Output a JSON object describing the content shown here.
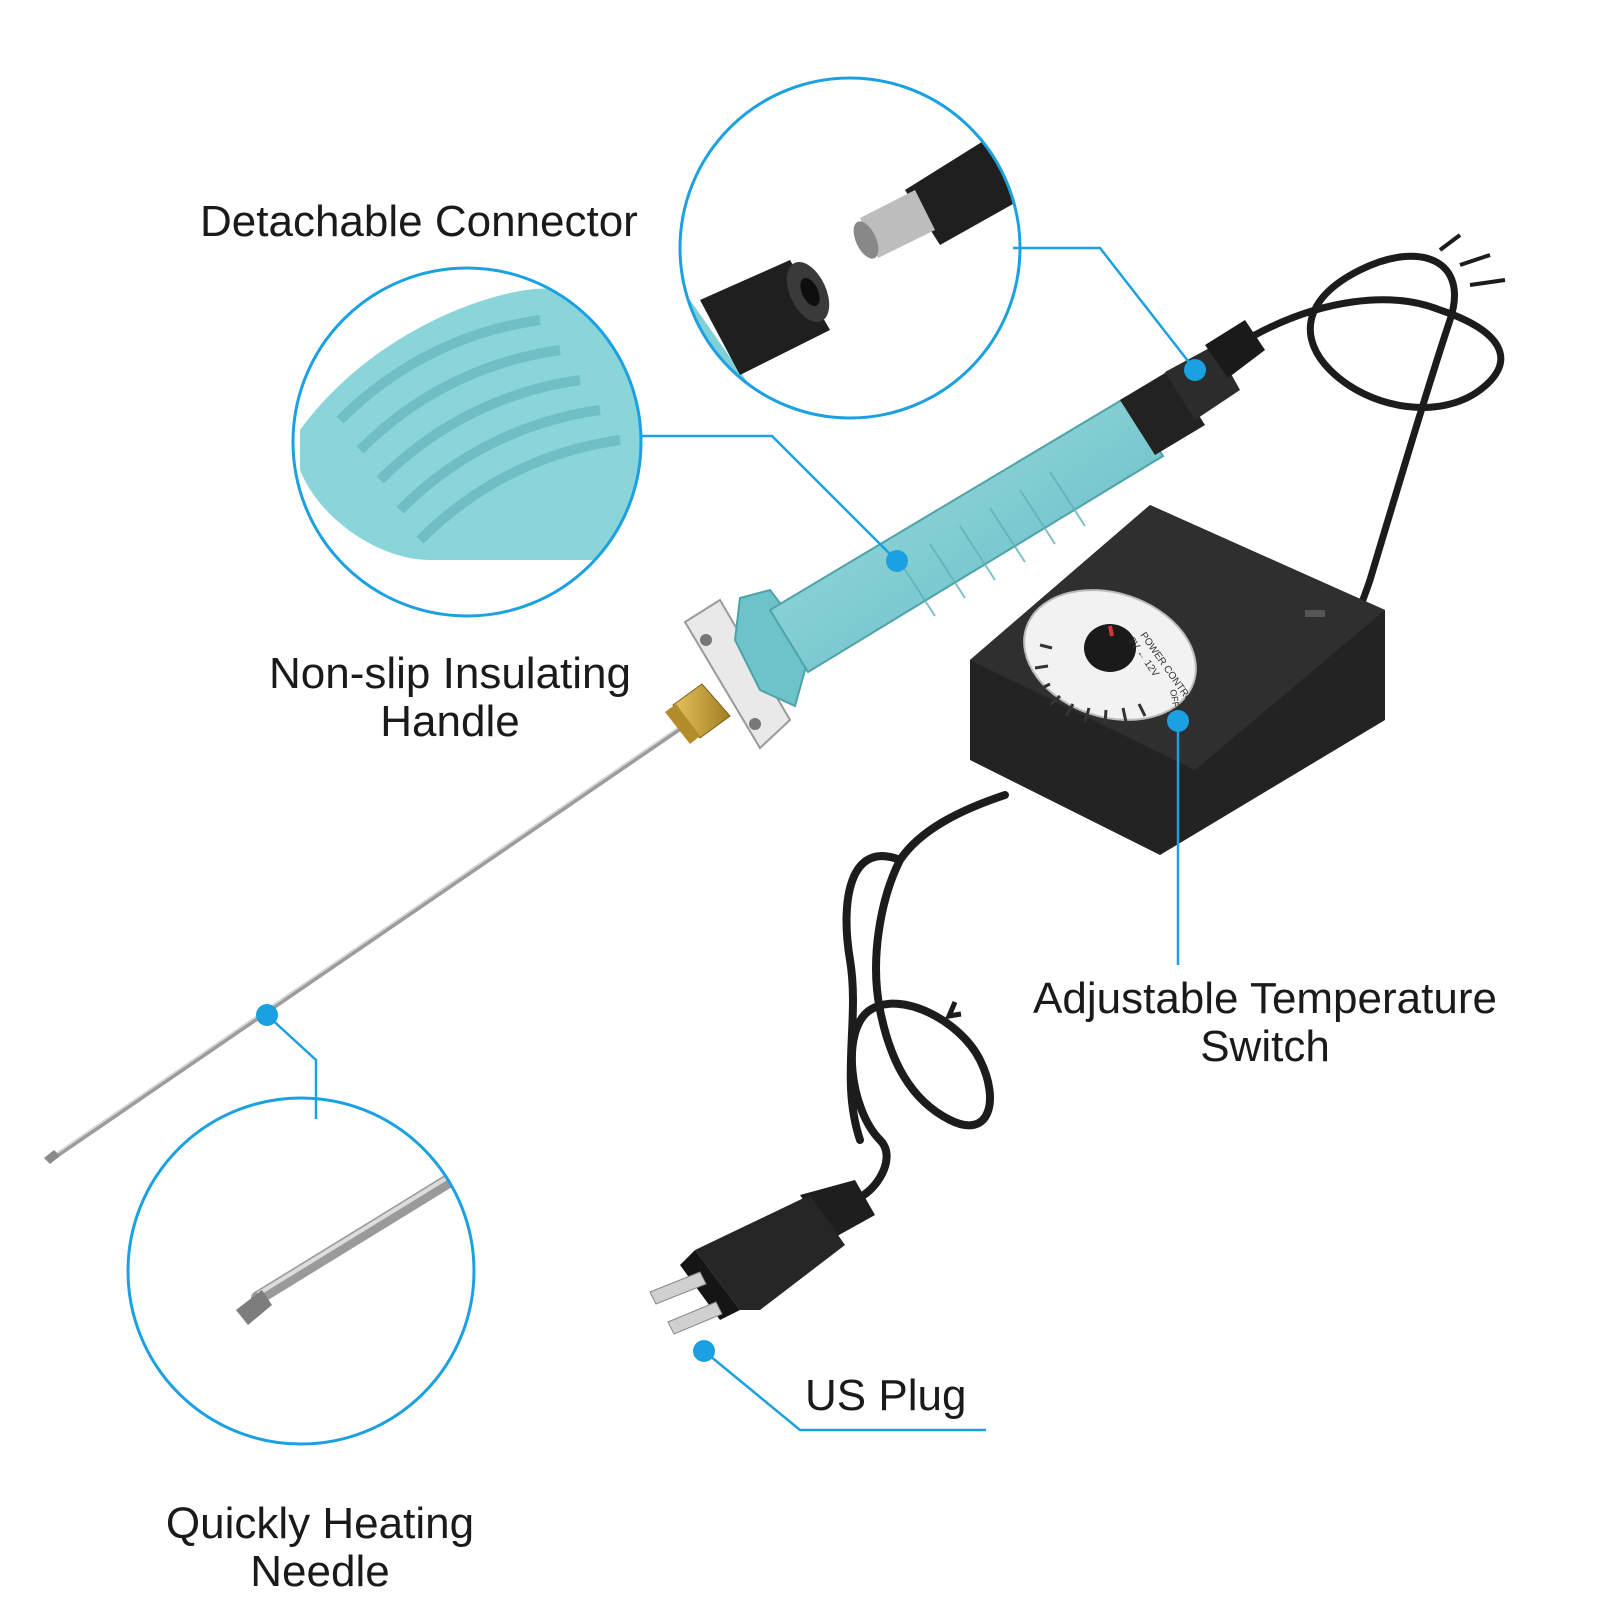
{
  "labels": {
    "connector": {
      "line1": "Detachable Connector"
    },
    "handle": {
      "line1": "Non-slip Insulating",
      "line2": "Handle"
    },
    "switch": {
      "line1": "Adjustable Temperature",
      "line2": "Switch"
    },
    "plug": {
      "line1": "US Plug"
    },
    "needle": {
      "line1": "Quickly Heating",
      "line2": "Needle"
    }
  },
  "knob_text": {
    "power": "POWER CONTROL",
    "range": "3V ← 12V",
    "off": "OFF"
  },
  "colors": {
    "accent": "#1ba1e2",
    "handle": "#7fd1d6",
    "handle_dark": "#5fb8be",
    "adapter": "#1e1e1e",
    "brass": "#c9a23a",
    "needle": "#a9a9a9"
  }
}
